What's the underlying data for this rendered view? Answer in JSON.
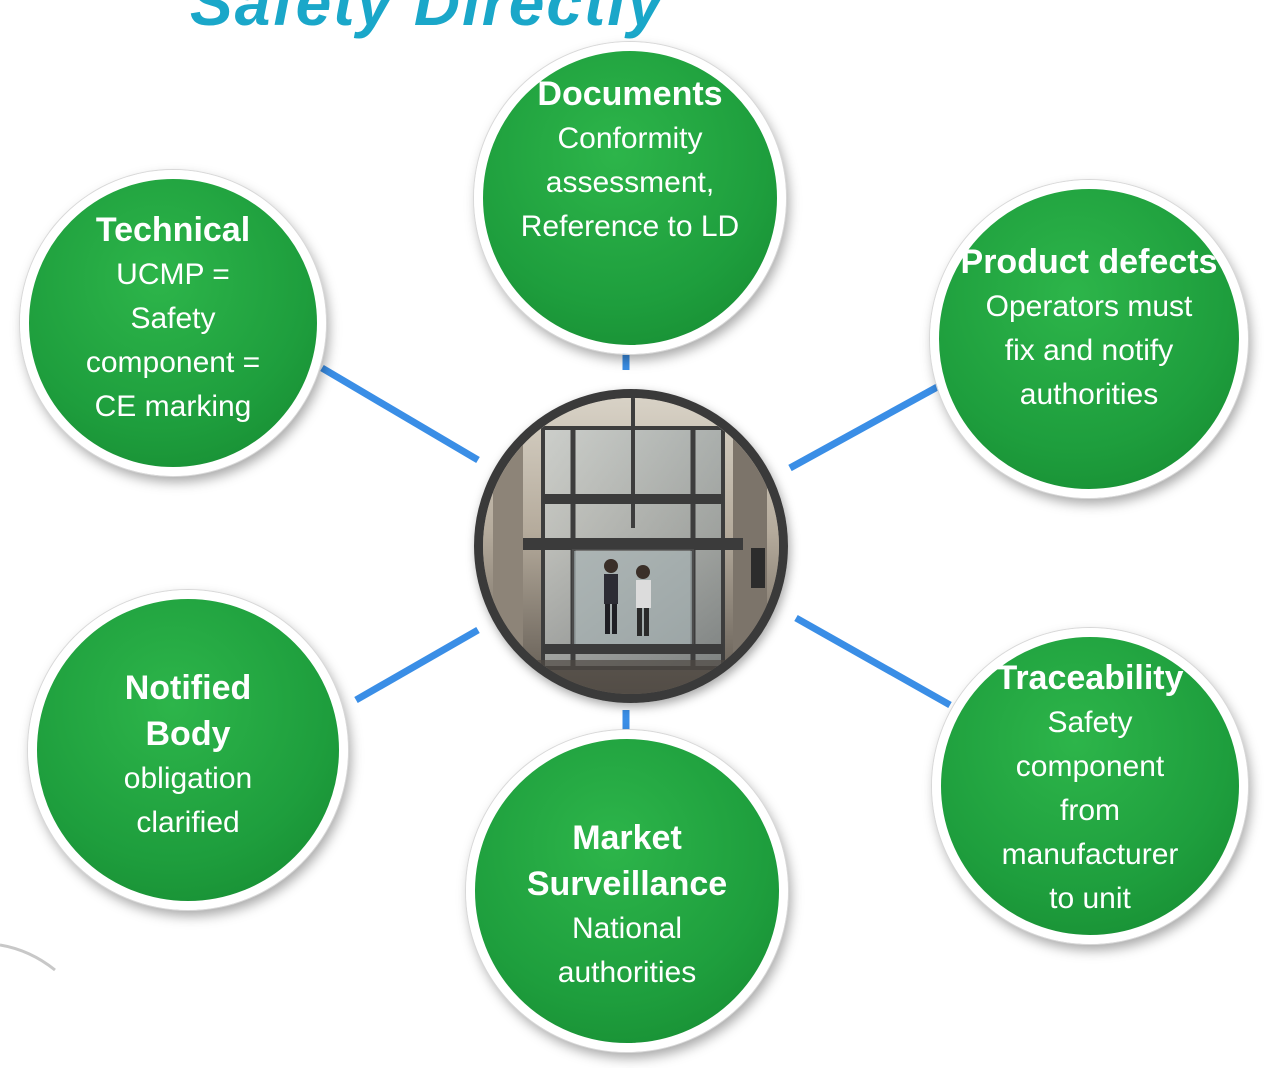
{
  "title_fragment": "Safety Directly",
  "nodes": [
    {
      "id": "documents",
      "heading": "Documents",
      "lines": [
        "Conformity",
        "assessment,",
        "Reference to LD"
      ]
    },
    {
      "id": "technical",
      "heading": "Technical",
      "lines": [
        "UCMP =",
        "Safety",
        "component =",
        "CE marking"
      ]
    },
    {
      "id": "product_defects",
      "heading": "Product defects",
      "lines": [
        "Operators must",
        "fix and notify",
        "authorities"
      ]
    },
    {
      "id": "notified_body",
      "heading": "Notified\nBody",
      "lines": [
        "obligation",
        "clarified"
      ]
    },
    {
      "id": "traceability",
      "heading": "Traceability",
      "lines": [
        "Safety",
        "component",
        "from",
        "manufacturer",
        "to unit"
      ]
    },
    {
      "id": "market_surveillance",
      "heading": "Market\nSurveillance",
      "lines": [
        "National",
        "authorities"
      ]
    }
  ],
  "center_image": {
    "subject": "glass elevator in atrium"
  },
  "colors": {
    "node_fill": "#1e9e3d",
    "connector": "#3a8ee6",
    "center_border": "#3a3a3a"
  }
}
